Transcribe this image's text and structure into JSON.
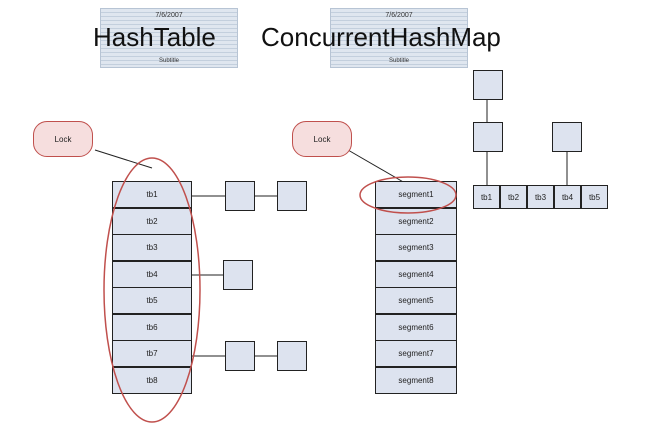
{
  "slides": [
    {
      "date": "7/6/2007",
      "subtitle": "Subtitle"
    },
    {
      "date": "7/6/2007",
      "subtitle": "Subtitle"
    }
  ],
  "titles": {
    "hashtable": "HashTable",
    "concurrent": "ConcurrentHashMap"
  },
  "locks": {
    "hashtable": "Lock",
    "concurrent": "Lock"
  },
  "hashtable_buckets": [
    "tb1",
    "tb2",
    "tb3",
    "tb4",
    "tb5",
    "tb6",
    "tb7",
    "tb8"
  ],
  "segments": [
    "segment1",
    "segment2",
    "segment3",
    "segment4",
    "segment5",
    "segment6",
    "segment7",
    "segment8"
  ],
  "segment_buckets": [
    "tb1",
    "tb2",
    "tb3",
    "tb4",
    "tb5"
  ],
  "colors": {
    "cell_fill": "#dde3ef",
    "lock_border": "#c0504d",
    "lock_fill": "#f6dede",
    "highlight": "#c0504d"
  }
}
